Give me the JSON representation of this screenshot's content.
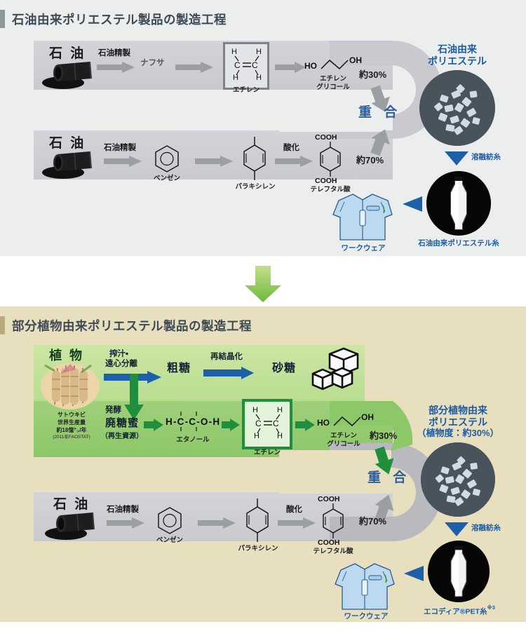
{
  "diagram_top": {
    "title": "石油由来ポリエステル製品の製造工程",
    "accent_color": "#8d9699",
    "background_color": "#eceeee",
    "row_upper": {
      "source_label": "石 油",
      "source_icon": "oil-drum-icon",
      "step1_label": "石油精製",
      "intermediate1": "ナフサ",
      "chem_box_caption": "エチレン",
      "chem_box_atoms": {
        "top_left": "H",
        "top_right": "H",
        "center_left": "C",
        "center_right": "C",
        "bottom_left": "H",
        "bottom_right": "H"
      },
      "glycol_left": "HO",
      "glycol_right": "OH",
      "glycol_caption_line1": "エチレン",
      "glycol_caption_line2": "グリコール",
      "percent": "約30%"
    },
    "row_lower": {
      "source_label": "石 油",
      "source_icon": "oil-drum-icon",
      "step1_label": "石油精製",
      "benzene_caption": "ベンゼン",
      "xylene_caption": "パラキシレン",
      "oxidation_label": "酸化",
      "acid_top": "COOH",
      "acid_bottom": "COOH",
      "acid_caption": "テレフタル酸",
      "percent": "約70%"
    },
    "merge_label": "重 合",
    "product": {
      "title_line1": "石油由来",
      "title_line2": "ポリエステル",
      "pellets_icon": "polyester-pellets-circle",
      "spin_label": "溶融紡糸",
      "spin_arrow_icon": "triangle-down-icon",
      "yarn_icon": "yarn-bobbin-circle",
      "yarn_label": "石油由来ポリエステル糸",
      "garment_icon": "workwear-jacket-icon",
      "garment_label": "ワークウェア",
      "garment_arrow_icon": "triangle-left-icon"
    }
  },
  "connector_icon": "green-down-arrow-icon",
  "diagram_bottom": {
    "title": "部分植物由来ポリエステル製品の製造工程",
    "accent_color": "#b9ab7c",
    "background_color": "#e8dfbe",
    "row_plant": {
      "source_label": "植 物",
      "source_icon": "sugarcane-icon",
      "source_note_line1": "サトウキビ",
      "source_note_line2": "世界生産量",
      "source_note_line3": "約18億㌧/年",
      "source_note_line4": "(2011年FAOSTAT)",
      "step1_label_line1": "搾汁・",
      "step1_label_line2": "遠心分離",
      "raw_sugar": "粗糖",
      "recrystal_label": "再結晶化",
      "sugar_label": "砂糖",
      "sugar_icon": "sugar-cubes-icon"
    },
    "row_ethanol": {
      "molasses_label": "廃糖蜜",
      "molasses_note": "（再生資源）",
      "fermentation_label": "発酵",
      "ethanol_formula": "H-C-C-O-H",
      "ethanol_caption": "エタノール",
      "chem_box_caption": "エチレン",
      "chem_box_atoms": {
        "top_left": "H",
        "top_right": "H",
        "center_left": "C",
        "center_right": "C",
        "bottom_left": "H",
        "bottom_right": "H"
      },
      "glycol_left": "HO",
      "glycol_right": "OH",
      "glycol_caption_line1": "エチレン",
      "glycol_caption_line2": "グリコール",
      "percent": "約30%"
    },
    "row_lower": {
      "source_label": "石 油",
      "source_icon": "oil-drum-icon",
      "step1_label": "石油精製",
      "benzene_caption": "ベンゼン",
      "xylene_caption": "パラキシレン",
      "oxidation_label": "酸化",
      "acid_top": "COOH",
      "acid_bottom": "COOH",
      "acid_caption": "テレフタル酸",
      "percent": "約70%"
    },
    "merge_label": "重 合",
    "product": {
      "title_line1": "部分植物由来",
      "title_line2": "ポリエステル",
      "title_line3": "（植物度：約30%）",
      "pellets_icon": "polyester-pellets-circle",
      "spin_label": "溶融紡糸",
      "spin_arrow_icon": "triangle-down-icon",
      "yarn_icon": "yarn-bobbin-circle",
      "yarn_label": "エコディア®PET糸",
      "yarn_label_note": "※3",
      "garment_icon": "workwear-jacket-icon",
      "garment_label": "ワークウェア",
      "garment_arrow_icon": "triangle-left-icon"
    }
  },
  "colors": {
    "blue_text": "#1c5ba4",
    "green_arrow": "#1f8f3e",
    "gray_arrow": "#9b9fa3",
    "blue_arrow": "#1d5fa8"
  }
}
